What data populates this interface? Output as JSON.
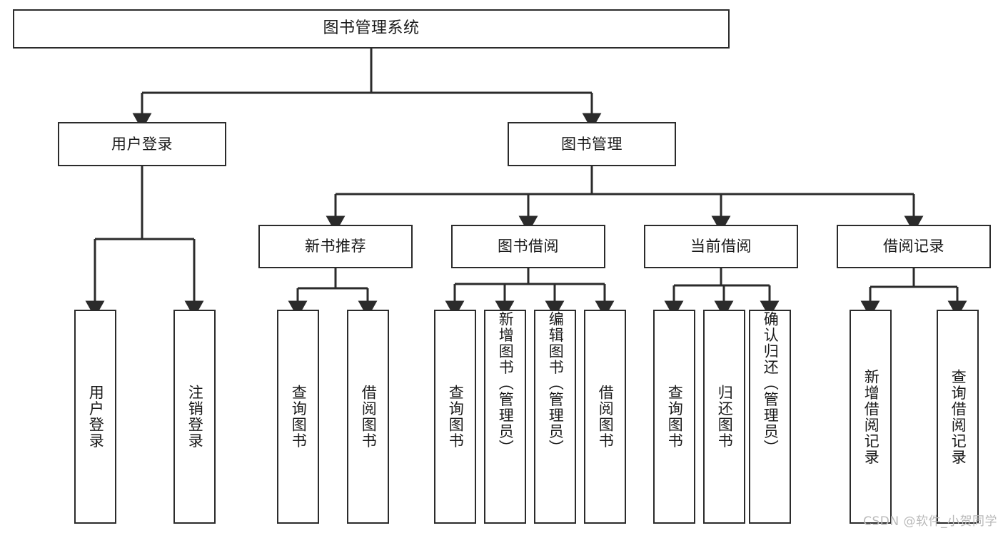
{
  "diagram": {
    "title": "图书管理系统",
    "type": "tree-hierarchy-chart",
    "watermark": "CSDN @软件_小贺同学",
    "colors": {
      "stroke": "#2b2b2b",
      "fill": "#ffffff",
      "text": "#1a1a1a",
      "watermark": "#b9b9b9"
    },
    "levels": {
      "root": {
        "label": "图书管理系统"
      },
      "level1": [
        {
          "label": "用户登录"
        },
        {
          "label": "图书管理"
        }
      ],
      "level2": [
        {
          "label": "新书推荐"
        },
        {
          "label": "图书借阅"
        },
        {
          "label": "当前借阅"
        },
        {
          "label": "借阅记录"
        }
      ],
      "leaves": {
        "user_login": [
          {
            "label": "用户登录"
          },
          {
            "label": "注销登录"
          }
        ],
        "new_book_recommend": [
          {
            "label": "查询图书"
          },
          {
            "label": "借阅图书"
          }
        ],
        "book_borrow": [
          {
            "label": "查询图书"
          },
          {
            "label": "新增图书（管理员）"
          },
          {
            "label": "编辑图书（管理员）"
          },
          {
            "label": "借阅图书"
          }
        ],
        "current_borrow": [
          {
            "label": "查询图书"
          },
          {
            "label": "归还图书"
          },
          {
            "label": "确认归还（管理员）"
          }
        ],
        "borrow_record": [
          {
            "label": "新增借阅记录"
          },
          {
            "label": "查询借阅记录"
          }
        ]
      }
    }
  }
}
